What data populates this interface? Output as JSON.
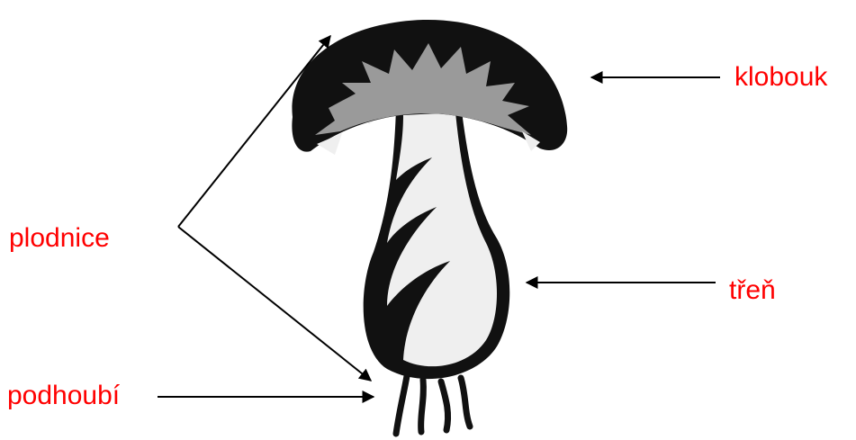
{
  "labels": {
    "klobouk": "klobouk",
    "plodnice": "plodnice",
    "tren": "třeň",
    "podhoubi": "podhoubí"
  },
  "colors": {
    "label_text": "#ff0000",
    "outline": "#111111",
    "cap_underside": "#9a9a9a",
    "stem_light": "#efefef",
    "arrow": "#000000"
  },
  "icons": {
    "mushroom": "mushroom-illustration"
  }
}
